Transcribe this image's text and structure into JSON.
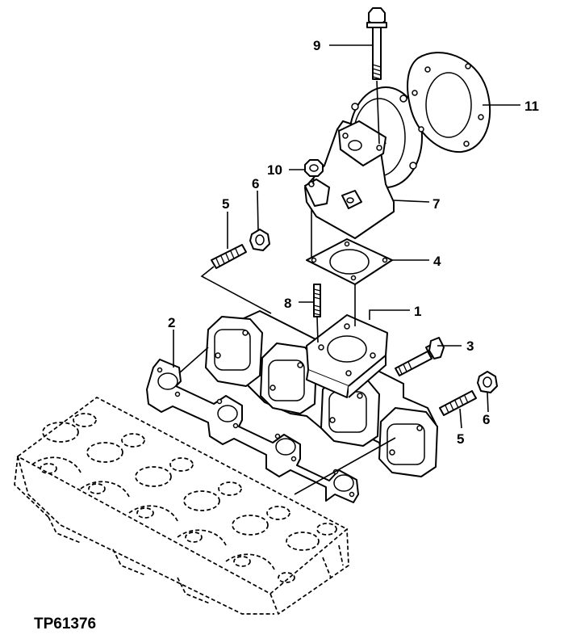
{
  "figure_id": "TP61376",
  "callouts": {
    "c1": "1",
    "c2": "2",
    "c3": "3",
    "c4": "4",
    "c5a": "5",
    "c5b": "5",
    "c6a": "6",
    "c6b": "6",
    "c7": "7",
    "c8": "8",
    "c9": "9",
    "c10": "10",
    "c11": "11"
  }
}
